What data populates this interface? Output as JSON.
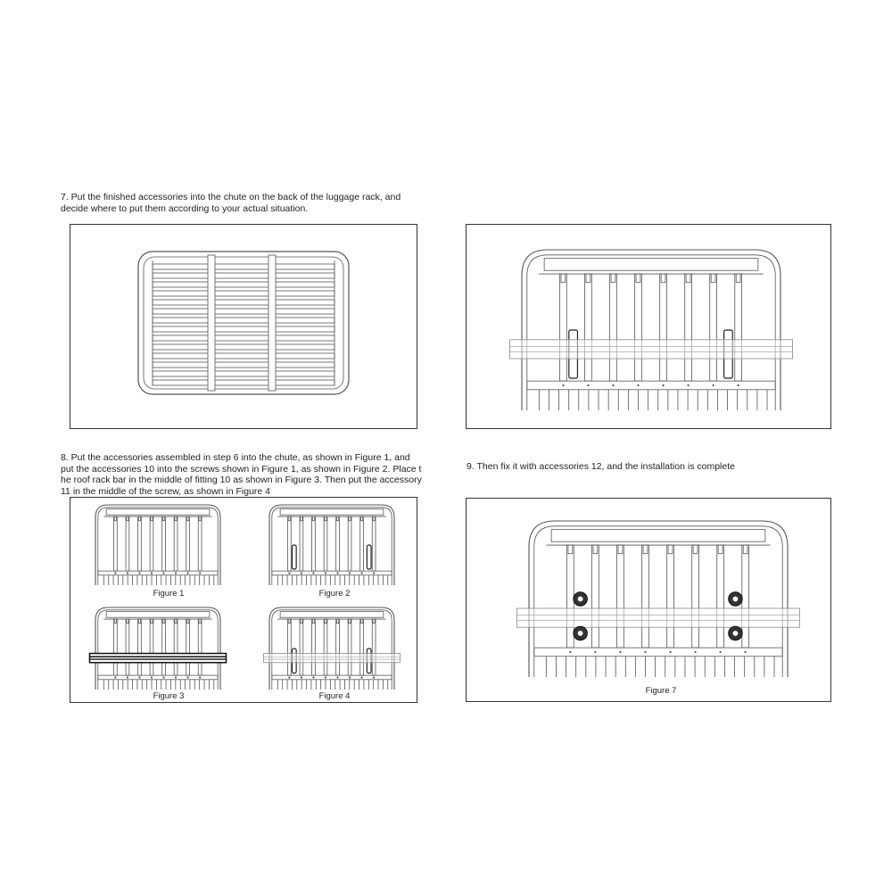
{
  "step7": {
    "line1": "7. Put the finished accessories into the chute on the back of the luggage rack, and",
    "line2": "decide where to put them according to your actual situation."
  },
  "step8": {
    "line1": "8. Put the accessories assembled in step 6 into the chute, as shown in Figure 1, and",
    "line2": "put the accessories 10 into the screws shown in Figure 1, as shown in Figure 2. Place t",
    "line3": "he roof rack bar in the middle of fitting 10 as shown in Figure 3. Then put the accessory",
    "line4": "11 in the middle of the screw, as shown in Figure 4"
  },
  "step9": {
    "line1": "9. Then fix it with accessories 12, and the installation is complete"
  },
  "figures": {
    "fig1": "Figure 1",
    "fig2": "Figure 2",
    "fig3": "Figure 3",
    "fig4": "Figure 4",
    "fig7": "Figure 7"
  }
}
